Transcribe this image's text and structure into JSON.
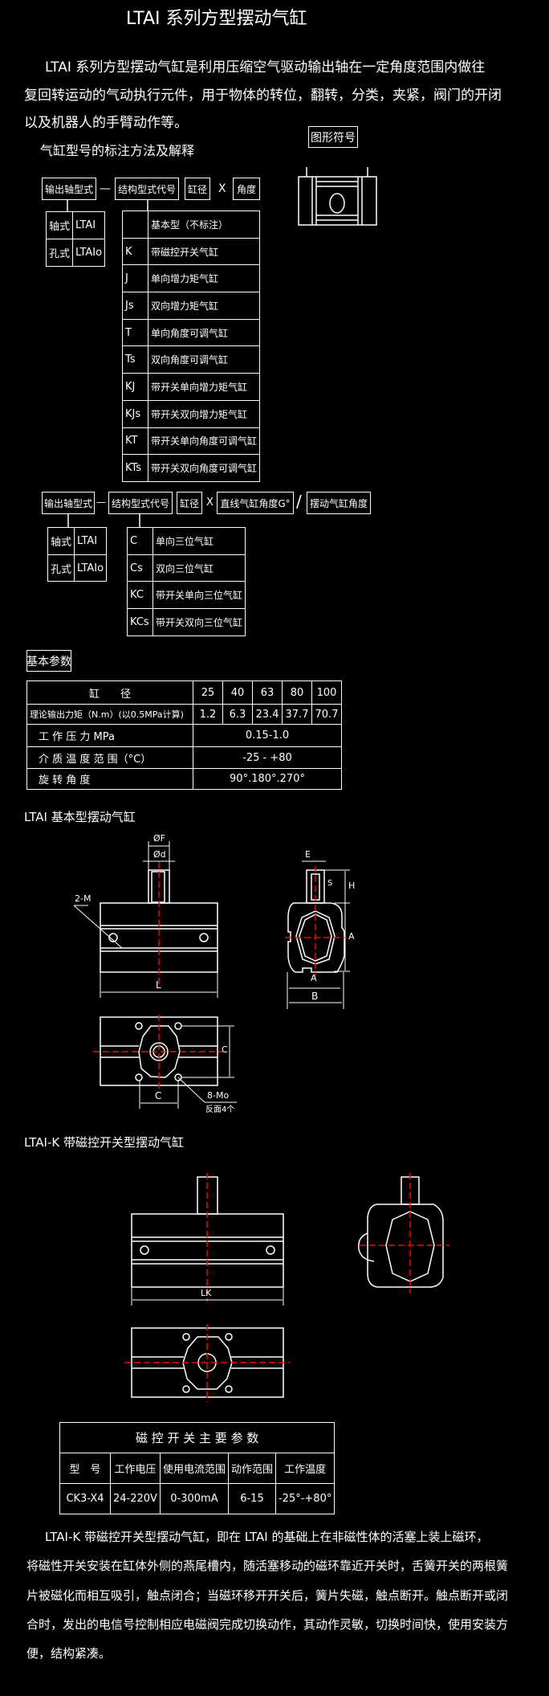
{
  "title": "LTAI 系列方型摆动气缸",
  "intro": [
    "LTAI 系列方型摆动气缸是利用压缩空气驱动输出轴在一定角度范围内做往",
    "复回转运动的气动执行元件，用于物体的转位，翻转，分类，夹紧，阀门的开闭",
    "以及机器人的手臂动作等。"
  ],
  "symbol_label": "图形符号",
  "model_heading": "气缸型号的标注方法及解释",
  "model1": {
    "boxes": [
      "输出轴型式",
      "—",
      "结构型式代号",
      "缸径",
      "X",
      "角度"
    ],
    "shaft": [
      [
        "轴式",
        "LTAI"
      ],
      [
        "孔式",
        "LTAIo"
      ]
    ],
    "types": [
      [
        "",
        "基本型（不标注）"
      ],
      [
        "K",
        "带磁控开关气缸"
      ],
      [
        "J",
        "单向增力矩气缸"
      ],
      [
        "Js",
        "双向增力矩气缸"
      ],
      [
        "T",
        "单向角度可调气缸"
      ],
      [
        "Ts",
        "双向角度可调气缸"
      ],
      [
        "KJ",
        "带开关单向增力矩气缸"
      ],
      [
        "KJs",
        "带开关双向增力矩气缸"
      ],
      [
        "KT",
        "带开关单向角度可调气缸"
      ],
      [
        "KTs",
        "带开关双向角度可调气缸"
      ]
    ]
  },
  "model2": {
    "boxes": [
      "输出轴型式",
      "—",
      "结构型式代号",
      "缸径",
      "X",
      "直线气缸角度G°",
      "/",
      "摆动气缸角度"
    ],
    "shaft": [
      [
        "轴式",
        "LTAI"
      ],
      [
        "孔式",
        "LTAIo"
      ]
    ],
    "types": [
      [
        "C",
        "单向三位气缸"
      ],
      [
        "Cs",
        "双向三位气缸"
      ],
      [
        "KC",
        "带开关单向三位气缸"
      ],
      [
        "KCs",
        "带开关双向三位气缸"
      ]
    ]
  },
  "params": {
    "heading": "基本参数",
    "bore_label": "缸　　径",
    "bores": [
      "25",
      "40",
      "63",
      "80",
      "100"
    ],
    "torque_label": "理论输出力矩（N.m）(以0.5MPa计算)",
    "torques": [
      "1.2",
      "6.3",
      "23.4",
      "37.7",
      "70.7"
    ],
    "pressure_label": "工 作 压 力  MPa",
    "pressure": "0.15-1.0",
    "temp_label": "介 质 温 度 范 围（°C）",
    "temp": "-25 - +80",
    "angle_label": "旋 转 角 度",
    "angle": "90°.180°.270°"
  },
  "basic_heading": "LTAI 基本型摆动气缸",
  "basic_dims": {
    "phiF": "ØF",
    "phid": "Ød",
    "m": "2-M",
    "L": "L",
    "E": "E",
    "S": "S",
    "H": "H",
    "A": "A",
    "A2": "A",
    "B": "B",
    "C": "C",
    "C2": "C",
    "mo": "8-Mo",
    "mo_note": "反面4个"
  },
  "k_heading": "LTAI-K 带磁控开关型摆动气缸",
  "k_dims": {
    "LK": "LK"
  },
  "switch_table": {
    "title": "磁 控 开 关 主 要 参 数",
    "headers": [
      "型　号",
      "工作电压",
      "使用电流范围",
      "动作范围",
      "工作温度"
    ],
    "row": [
      "CK3-X4",
      "24-220V",
      "0-300mA",
      "6-15",
      "-25°-+80°"
    ]
  },
  "k_desc": [
    "LTAI-K 带磁控开关型摆动气缸，即在 LTAI 的基础上在非磁性体的活塞上装上磁环，",
    "将磁性开关安装在缸体外侧的燕尾槽内，随活塞移动的磁环靠近开关时，舌簧开关的两根簧",
    "片被磁化而相互吸引，触点闭合；当磁环移开开关后，簧片失磁，触点断开。触点断开或闭",
    "合时，发出的电信号控制相应电磁阀完成切换动作，其动作灵敏，切换时间快，使用安装方",
    "便，结构紧凑。"
  ],
  "colors": {
    "background": "#000000",
    "line": "#ffffff",
    "centerline": "#ff0000"
  }
}
